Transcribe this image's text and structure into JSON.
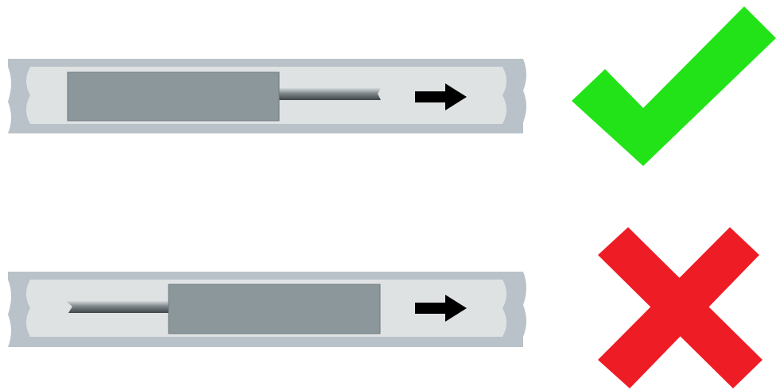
{
  "rows": [
    {
      "id": "correct",
      "direction": "right",
      "rod_side": "trailing",
      "verdict": "correct",
      "verdict_icon": "checkmark-icon"
    },
    {
      "id": "incorrect",
      "direction": "right",
      "rod_side": "leading",
      "verdict": "incorrect",
      "verdict_icon": "cross-icon"
    }
  ],
  "colors": {
    "tube_wall": "#b9c2c8",
    "tube_inner": "#dfe2e3",
    "block_fill": "#8c979c",
    "block_edge": "#6f7a7f",
    "rod_light": "#d5d9db",
    "rod_mid": "#7d8589",
    "rod_dark": "#3f4547",
    "arrow": "#000000",
    "check": "#22e318",
    "cross": "#ee1c25"
  }
}
